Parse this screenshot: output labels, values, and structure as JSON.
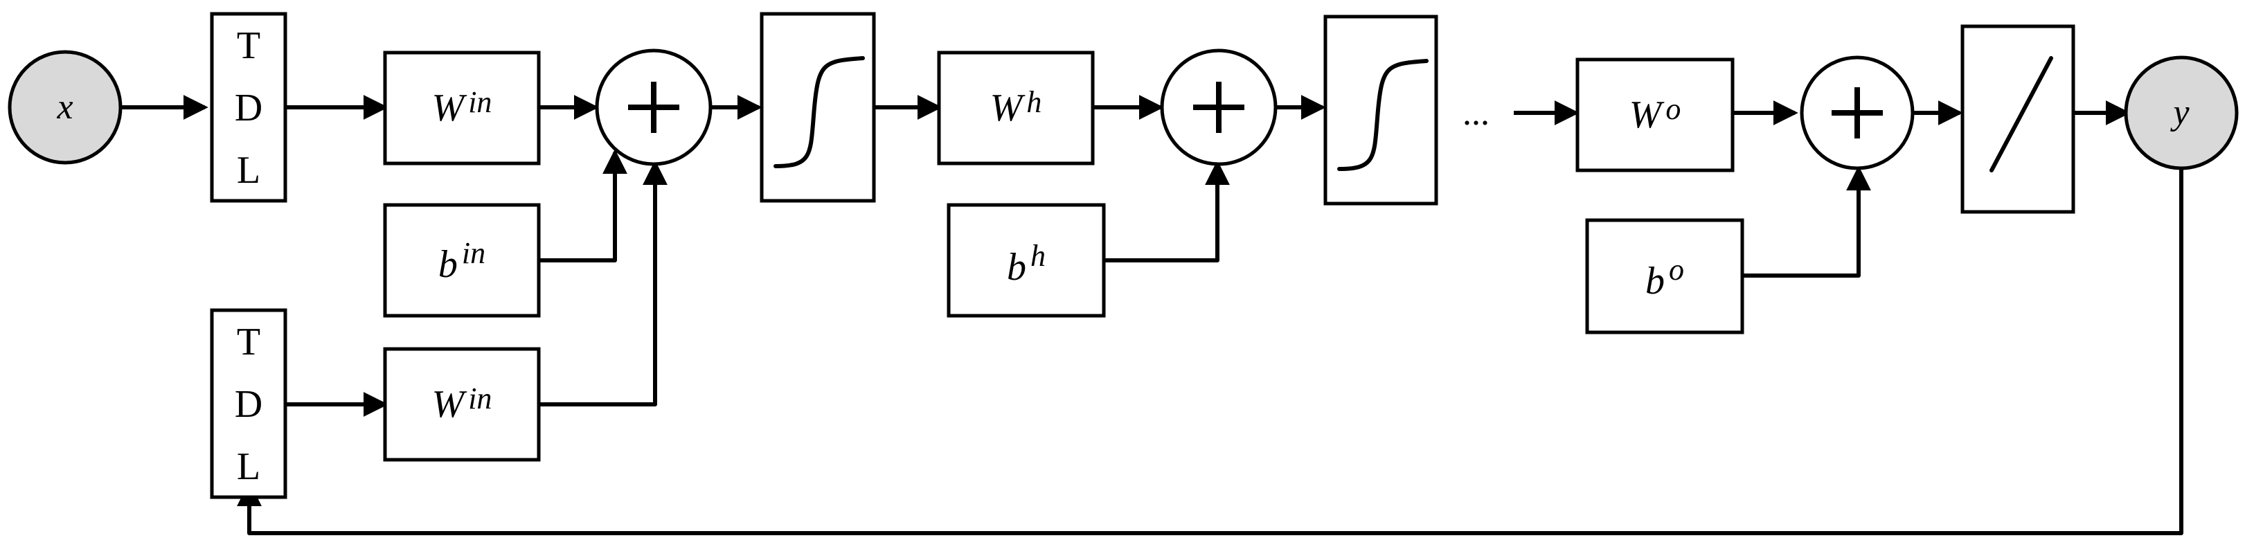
{
  "input_node": "x",
  "output_node": "y",
  "tdl_letters": [
    "T",
    "D",
    "L"
  ],
  "weights": {
    "input": {
      "base": "W",
      "sup": "in"
    },
    "feedback": {
      "base": "W",
      "sup": "in"
    },
    "hidden": {
      "base": "W",
      "sup": "h"
    },
    "output": {
      "base": "W",
      "sup": "o"
    }
  },
  "biases": {
    "input": {
      "base": "b",
      "sup": "in"
    },
    "hidden": {
      "base": "b",
      "sup": "h"
    },
    "output": {
      "base": "b",
      "sup": "o"
    }
  },
  "ellipsis": "...",
  "functions": {
    "hidden": "sigmoid-icon",
    "output": "linear-icon"
  },
  "colors": {
    "node_fill": "#d9d9d9",
    "stroke": "#000000"
  }
}
